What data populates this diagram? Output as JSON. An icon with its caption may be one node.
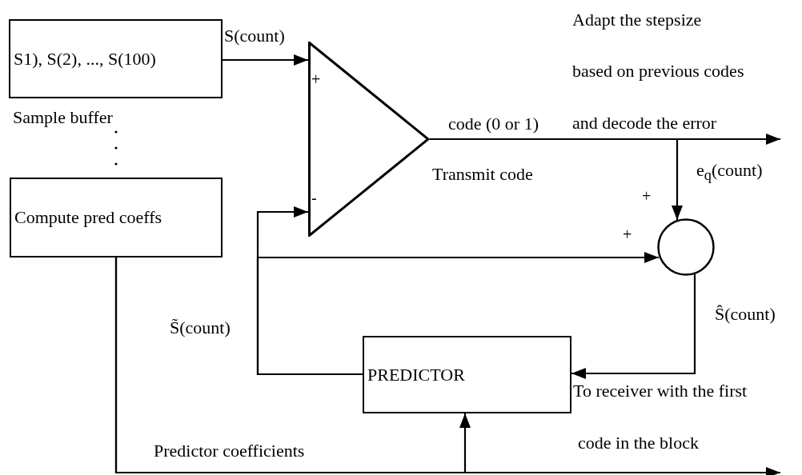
{
  "diagram": {
    "nodes": [
      {
        "text": [
          "S1), S(2), ..., S(100)"
        ],
        "beside": [
          "Sample buffer"
        ]
      },
      {
        "text": [
          "Compute pred coeffs"
        ]
      },
      {
        "text": [
          "+",
          "-"
        ],
        "beside": [
          "Transmit code"
        ]
      },
      {
        "text": [],
        "shape": "circle"
      },
      {
        "text": [
          "PREDICTOR"
        ]
      }
    ],
    "edges": [
      {
        "from": 0,
        "to": 2,
        "arrow": "to",
        "label": "S(count)"
      },
      {
        "from": 2,
        "to": null,
        "arrow": "to",
        "label": "code (0 or 1)"
      },
      {
        "from": 2,
        "to": 3,
        "arrow": "to",
        "label": "e$_{q}$(count)"
      },
      {
        "from": 4,
        "to": 2,
        "arrow": "to",
        "label": "S̃(count)"
      },
      {
        "from": 4,
        "to": 3,
        "arrow": "to"
      },
      {
        "from": 3,
        "to": 4,
        "arrow": "to",
        "label": "Ŝ(count)"
      },
      {
        "from": 1,
        "to": 4,
        "arrow": "to",
        "label": "Predictor coefficients"
      },
      {
        "from": 1,
        "to": null,
        "arrow": "to"
      }
    ],
    "labels": [
      "Adapt the stepsize",
      "based on previous codes",
      "and decode the error",
      "+",
      "+",
      "To receiver with the first",
      "code in the block"
    ]
  }
}
